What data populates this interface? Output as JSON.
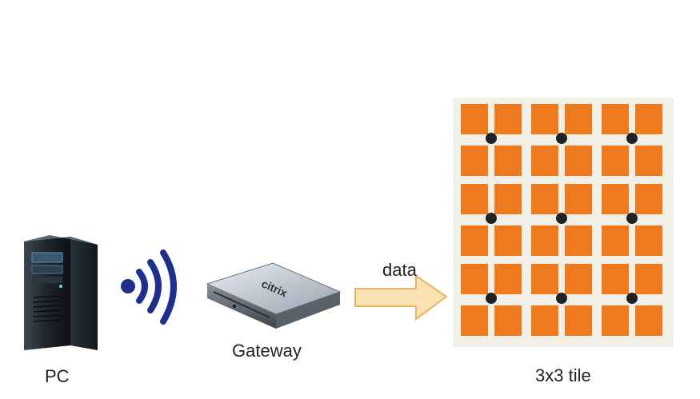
{
  "labels": {
    "pc": "PC",
    "gateway": "Gateway",
    "data": "data",
    "tile": "3x3 tile"
  },
  "gateway_brand": "citrix",
  "colors": {
    "tile_orange": "#ed7a1c",
    "tile_background": "#f1efe6",
    "node_dot": "#222222",
    "wifi_blue": "#1d2f8f",
    "arrow_fill": "#fbe2b5",
    "arrow_stroke": "#f0b15c"
  },
  "icons": {
    "pc": "pc-tower-icon",
    "wireless": "wifi-signal-icon",
    "gateway": "gateway-appliance-icon",
    "arrow": "right-arrow-icon"
  },
  "tile": {
    "rows": 3,
    "cols": 3
  }
}
